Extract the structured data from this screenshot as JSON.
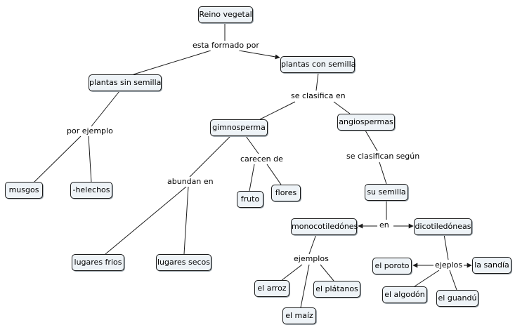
{
  "concepts": {
    "reino_vegetal": "Reino vegetal",
    "plantas_sin_semilla": "plantas sin semilla",
    "plantas_con_semilla": "plantas con semilla",
    "gimnosperma": "gimnosperma",
    "angiospermas": "angiospermas",
    "musgos": "musgos",
    "helechos": "-helechos",
    "fruto": "fruto",
    "flores": "flores",
    "lugares_frios": "lugares frios",
    "lugares_secos": "lugares secos",
    "su_semilla": "su semilla",
    "monocotiledones": "monocotiledónes",
    "dicotiledoneas": "dicotiledóneas",
    "el_arroz": "el arroz",
    "el_platanos": "el plátanos",
    "el_maiz": "el maíz",
    "el_poroto": "el poroto",
    "la_sandia": "la sandía",
    "el_algodon": "el algodón",
    "el_guandu": "el guandú"
  },
  "links": {
    "esta_formado_por": "esta formado por",
    "se_clasifica_en": "se clasifica en",
    "por_ejemplo": "por ejemplo",
    "carecen_de": "carecen de",
    "abundan_en": "abundan en",
    "se_clasifican_segun": "se clasifican según",
    "en": "en",
    "ejemplos": "ejemplos",
    "ejeplos": "ejeplos"
  },
  "colors": {
    "node_fill": "#eef3f7",
    "line": "#1a1a1a"
  }
}
